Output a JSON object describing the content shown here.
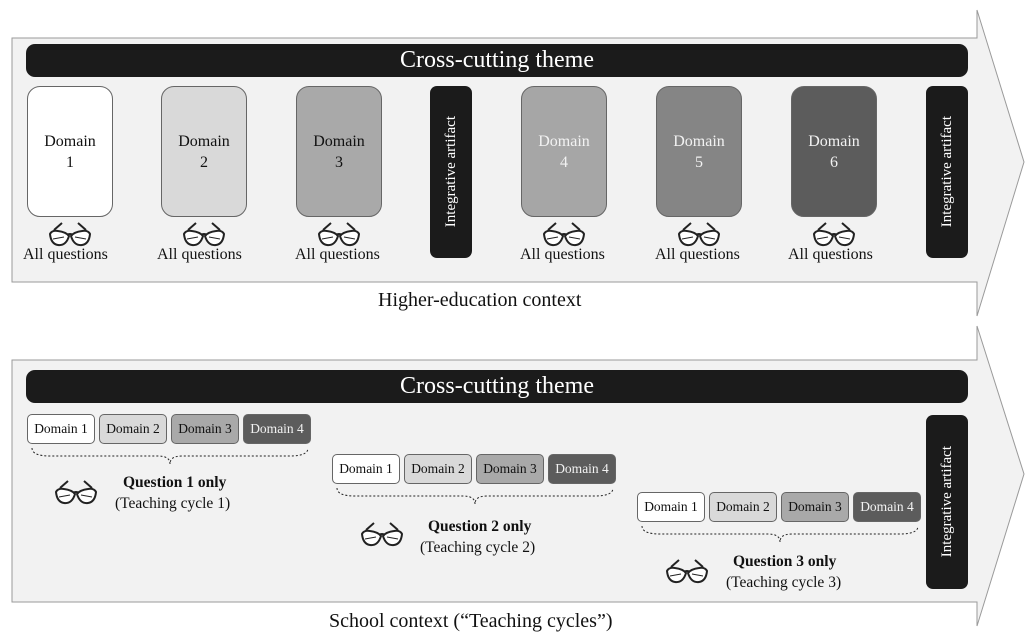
{
  "higher": {
    "theme": "Cross-cutting theme",
    "domains": [
      {
        "name": "Domain",
        "num": "1",
        "fill": "#ffffff",
        "text": "#111111"
      },
      {
        "name": "Domain",
        "num": "2",
        "fill": "#d9d9d9",
        "text": "#111111"
      },
      {
        "name": "Domain",
        "num": "3",
        "fill": "#a9a9a9",
        "text": "#111111"
      },
      {
        "name": "Domain",
        "num": "4",
        "fill": "#a6a6a6",
        "text": "#f2f2f2"
      },
      {
        "name": "Domain",
        "num": "5",
        "fill": "#858585",
        "text": "#f2f2f2"
      },
      {
        "name": "Domain",
        "num": "6",
        "fill": "#5c5c5c",
        "text": "#f2f2f2"
      }
    ],
    "question_label": "All questions",
    "artifact": "Integrative artifact",
    "context": "Higher-education context"
  },
  "school": {
    "theme": "Cross-cutting theme",
    "pills": [
      {
        "label": "Domain 1",
        "fill": "#ffffff",
        "text": "#111111"
      },
      {
        "label": "Domain 2",
        "fill": "#d9d9d9",
        "text": "#111111"
      },
      {
        "label": "Domain 3",
        "fill": "#a9a9a9",
        "text": "#111111"
      },
      {
        "label": "Domain 4",
        "fill": "#5c5c5c",
        "text": "#f2f2f2"
      }
    ],
    "cycles": [
      {
        "question": "Question 1 only",
        "cycle": "(Teaching cycle 1)"
      },
      {
        "question": "Question 2 only",
        "cycle": "(Teaching cycle 2)"
      },
      {
        "question": "Question 3 only",
        "cycle": "(Teaching cycle 3)"
      }
    ],
    "artifact": "Integrative artifact",
    "context": "School context  (“Teaching cycles”)"
  },
  "colors": {
    "banner": "#1b1b1b",
    "arrow_fill": "#f2f2f2",
    "arrow_stroke": "#9a9a9a"
  },
  "icons": {
    "lens": "glasses-icon"
  }
}
